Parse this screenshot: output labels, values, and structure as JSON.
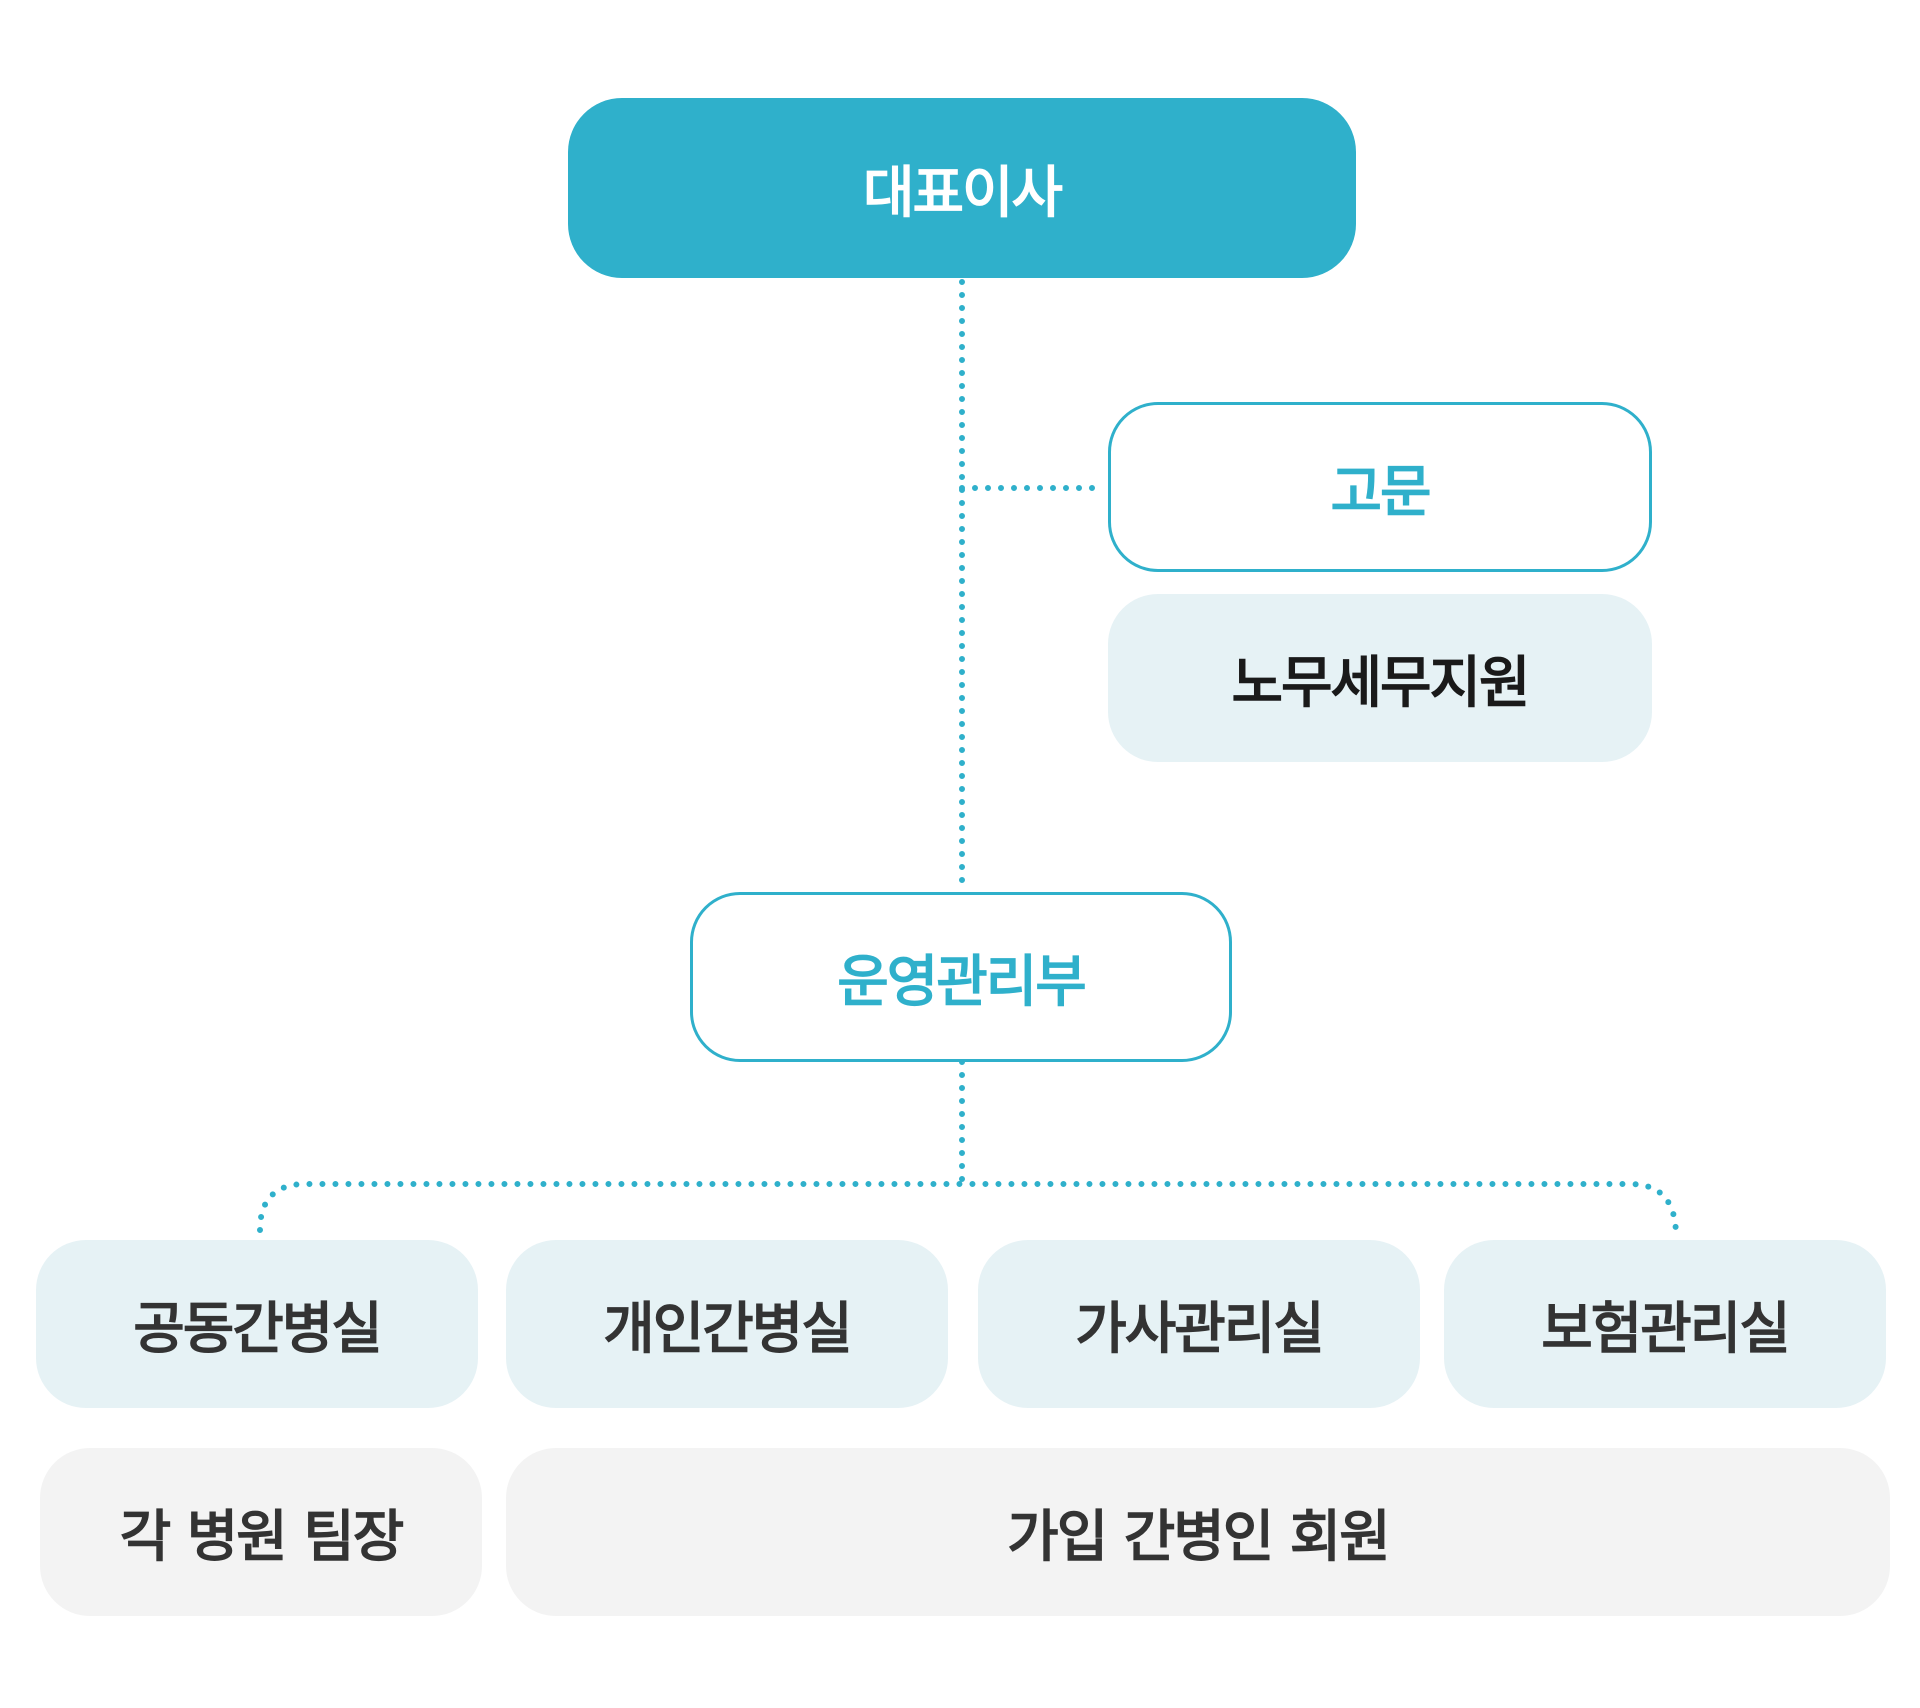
{
  "colors": {
    "accent": "#2fb0cb",
    "light_box": "#e6f2f5",
    "grey_box": "#f3f3f3",
    "text_dark": "#333333"
  },
  "org": {
    "ceo": "대표이사",
    "advisor": "고문",
    "labor_tax_support": "노무세무지원",
    "operations": "운영관리부",
    "departments": [
      "공동간병실",
      "개인간병실",
      "가사관리실",
      "보험관리실"
    ],
    "team_leaders": "각 병원 팀장",
    "members": "가입 간병인 회원"
  }
}
